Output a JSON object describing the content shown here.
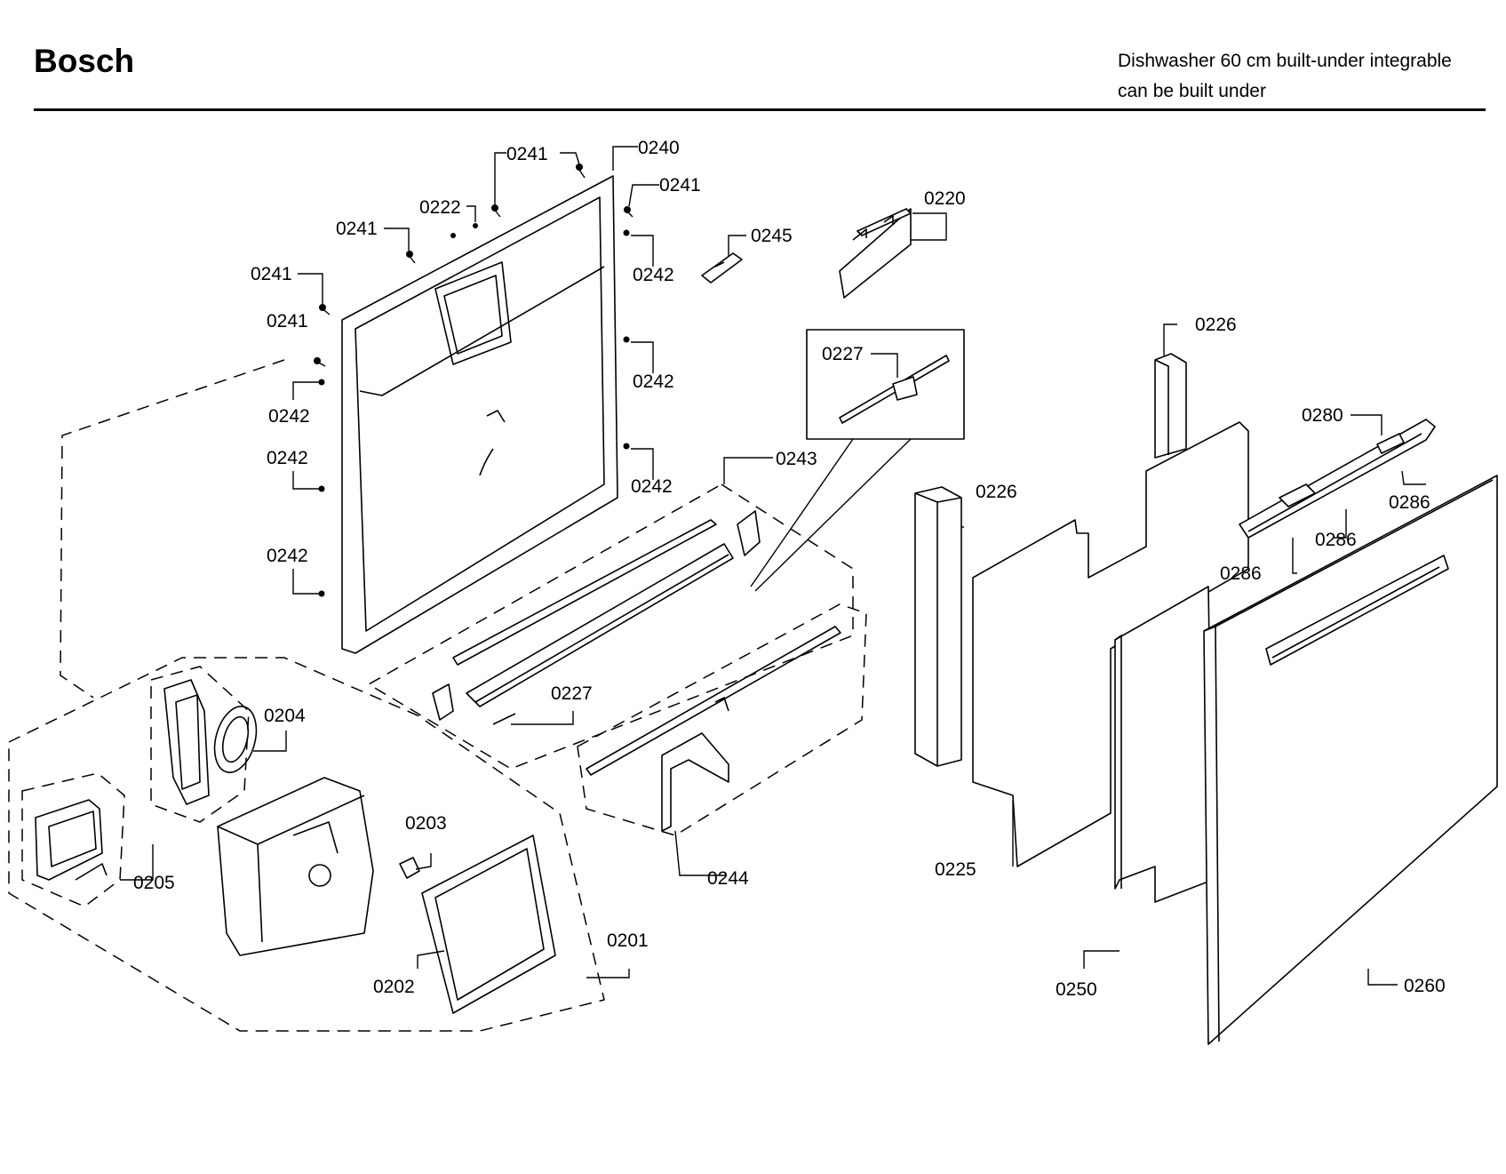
{
  "header": {
    "brand": "Bosch",
    "subtitle_line1": "Dishwasher 60 cm built-under integrable",
    "subtitle_line2": "can be built under"
  },
  "callouts": {
    "p0201": "0201",
    "p0202": "0202",
    "p0203": "0203",
    "p0204": "0204",
    "p0205": "0205",
    "p0220": "0220",
    "p0222": "0222",
    "p0225": "0225",
    "p0226a": "0226",
    "p0226b": "0226",
    "p0227a": "0227",
    "p0227b": "0227",
    "p0240": "0240",
    "p0241a": "0241",
    "p0241b": "0241",
    "p0241c": "0241",
    "p0241d": "0241",
    "p0241e": "0241",
    "p0242a": "0242",
    "p0242b": "0242",
    "p0242c": "0242",
    "p0242d": "0242",
    "p0242e": "0242",
    "p0242f": "0242",
    "p0243": "0243",
    "p0244": "0244",
    "p0245": "0245",
    "p0250": "0250",
    "p0260": "0260",
    "p0280": "0280",
    "p0286a": "0286",
    "p0286b": "0286",
    "p0286c": "0286"
  }
}
